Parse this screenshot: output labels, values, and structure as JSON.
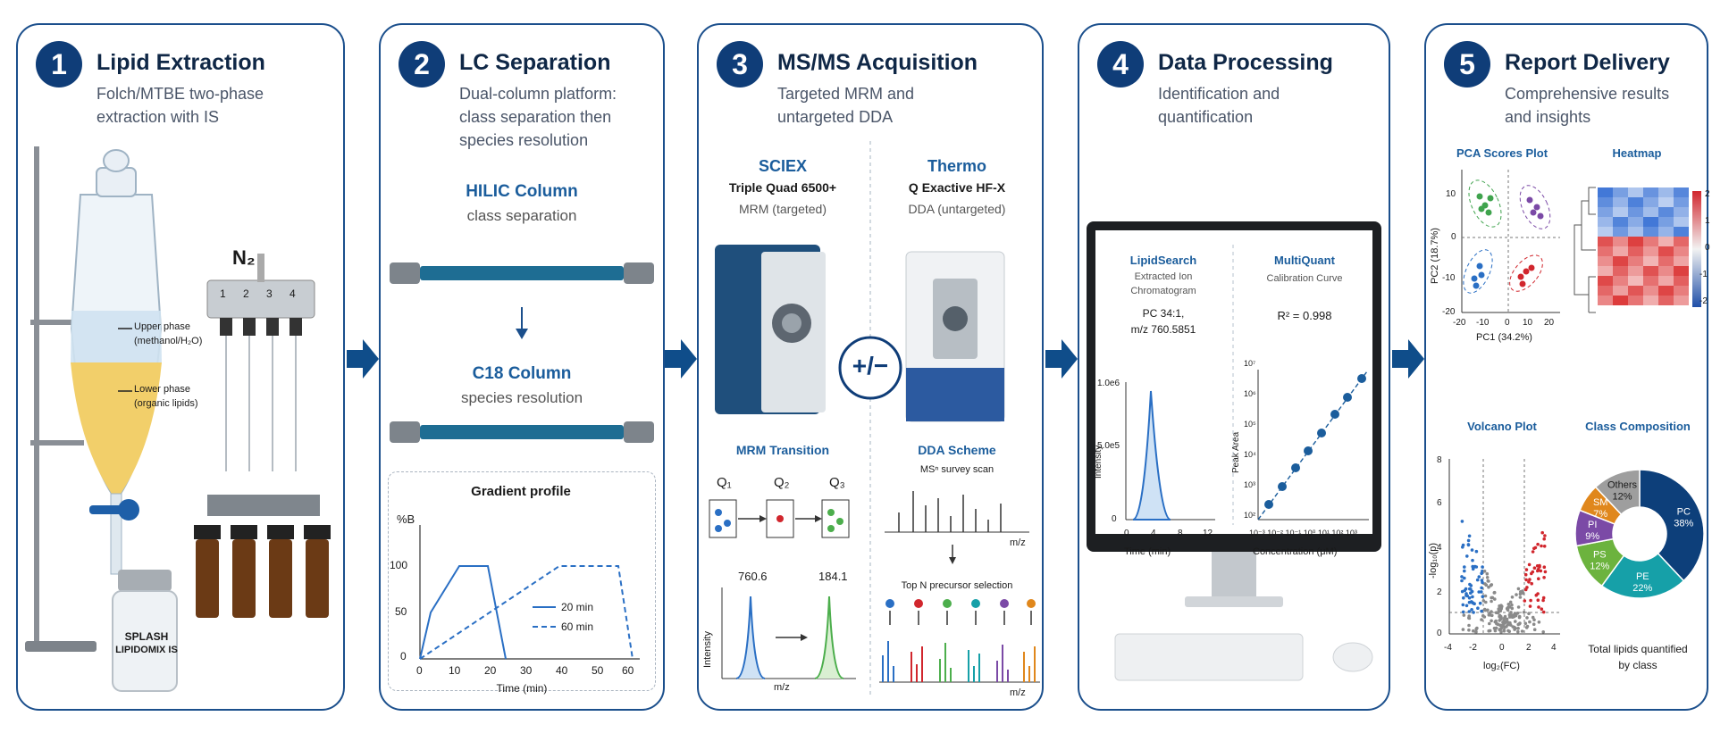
{
  "colors": {
    "brand": "#0f3d78",
    "accent": "#1b5d9c",
    "tube": "#1e6d93"
  },
  "panels": [
    {
      "num": "1",
      "title": "Lipid Extraction",
      "subtitle": "Folch/MTBE two-phase extraction with IS"
    },
    {
      "num": "2",
      "title": "LC Separation",
      "subtitle": "Dual-column platform: class separation then species resolution"
    },
    {
      "num": "3",
      "title": "MS/MS Acquisition",
      "subtitle": "Targeted MRM and untargeted DDA"
    },
    {
      "num": "4",
      "title": "Data Processing",
      "subtitle": "Identification and quantification"
    },
    {
      "num": "5",
      "title": "Report Delivery",
      "subtitle": "Comprehensive results and insights"
    }
  ],
  "extraction": {
    "n2": "N₂",
    "ports": [
      "1",
      "2",
      "3",
      "4"
    ],
    "upper_phase": [
      "Upper phase",
      "(methanol/H₂O)"
    ],
    "lower_phase": [
      "Lower phase",
      "(organic lipids)"
    ],
    "standard_label": [
      "SPLASH",
      "LIPIDOMIX IS"
    ]
  },
  "lc": {
    "hilic_title": "HILIC Column",
    "hilic_sub": "class separation",
    "c18_title": "C18 Column",
    "c18_sub": "species resolution",
    "gradient": {
      "title": "Gradient profile",
      "ylabel": "%B",
      "xlabel": "Time (min)",
      "xticks": [
        "0",
        "10",
        "20",
        "30",
        "40",
        "50",
        "60"
      ],
      "yticks": [
        "0",
        "50",
        "100"
      ],
      "legend": [
        "20 min",
        "60 min"
      ]
    }
  },
  "ms": {
    "left": {
      "brand": "SCIEX",
      "model": "Triple Quad 6500+",
      "mode": "MRM (targeted)"
    },
    "right": {
      "brand": "Thermo",
      "model": "Q Exactive HF-X",
      "mode": "DDA (untargeted)"
    },
    "polarity": "+/−",
    "mrm_title": "MRM Transition",
    "quads": [
      "Q₁",
      "Q₂",
      "Q₃"
    ],
    "mrm_peaks": [
      "760.6",
      "184.1"
    ],
    "mrm_ylabel": "Intensity",
    "mrm_xlabel": "m/z",
    "dda_title": "DDA Scheme",
    "dda_survey": "MSⁿ survey scan",
    "dda_mz": "m/z",
    "dda_topn": "Top N precursor selection",
    "dda_mz2": "m/z"
  },
  "processing": {
    "left": {
      "title": "LipidSearch",
      "sub": [
        "Extracted Ion",
        "Chromatogram"
      ],
      "compound": [
        "PC 34:1,",
        "m/z 760.5851"
      ],
      "yticks": [
        "1.0e6",
        "5.0e5",
        "0"
      ],
      "ylabel": "Intensity",
      "xticks": [
        "0",
        "4",
        "8",
        "12"
      ],
      "xlabel": "Time (min)"
    },
    "right": {
      "title": "MultiQuant",
      "sub": "Calibration Curve",
      "r2": "R² = 0.998",
      "yticks": [
        "10⁷",
        "10⁶",
        "10⁵",
        "10⁴",
        "10³",
        "10²"
      ],
      "ylabel": "Peak Area",
      "xticks": "10⁻³ 10⁻² 10⁻¹ 10⁰ 10¹ 10² 10³",
      "xlabel": "Concentration (μM)"
    }
  },
  "report": {
    "pca": {
      "title": "PCA Scores Plot",
      "xlabel": "PC1 (34.2%)",
      "ylabel": "PC2 (18.7%)",
      "xticks": [
        "-20",
        "-10",
        "0",
        "10",
        "20"
      ],
      "yticks": [
        "10",
        "0",
        "-10",
        "-20"
      ]
    },
    "heatmap": {
      "title": "Heatmap",
      "scale": [
        "2",
        "1",
        "0",
        "-1",
        "-2"
      ]
    },
    "volcano": {
      "title": "Volcano Plot",
      "xlabel": "log₂(FC)",
      "ylabel": "-log₁₀(p)",
      "xticks": [
        "-4",
        "-2",
        "0",
        "2",
        "4"
      ],
      "yticks": [
        "8",
        "6",
        "4",
        "2",
        "0"
      ]
    },
    "composition": {
      "title": "Class Composition",
      "caption": [
        "Total lipids quantified",
        "by class"
      ]
    }
  },
  "chart_data": [
    {
      "type": "pie",
      "title": "Class Composition",
      "labels": [
        "PC",
        "PE",
        "PS",
        "PI",
        "SM",
        "Others"
      ],
      "values": [
        38,
        22,
        12,
        9,
        7,
        12
      ],
      "display": [
        "38%",
        "22%",
        "12%",
        "9%",
        "7%",
        "12%"
      ],
      "colors": [
        "#0d3f7a",
        "#16a0a8",
        "#6cb33e",
        "#7b4aa6",
        "#e0871c",
        "#9e9e9e"
      ]
    }
  ]
}
